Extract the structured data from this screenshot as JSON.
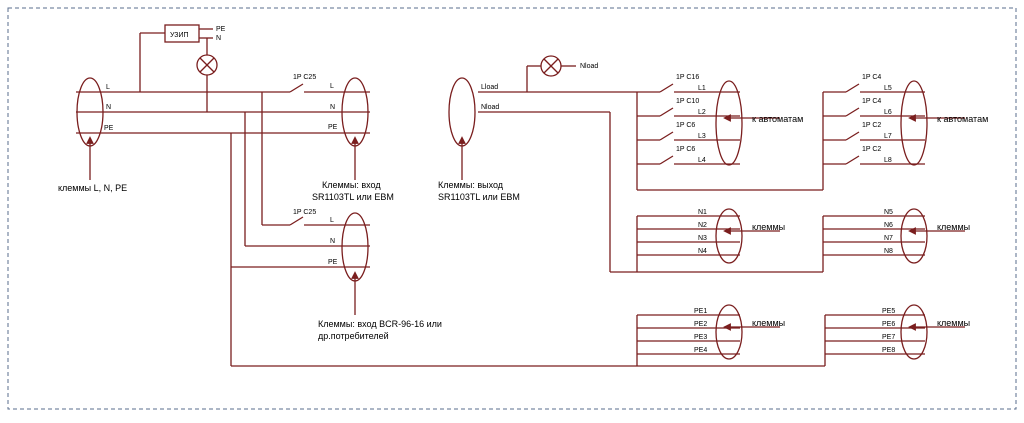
{
  "colors": {
    "wire": "#7a1e1e",
    "frame": "#5a6e8c",
    "text": "#000000"
  },
  "uzip": {
    "label": "УЗИП",
    "pe_label": "PE",
    "n_label": "N"
  },
  "left_block": {
    "caption": "клеммы L, N, PE",
    "l": "L",
    "n": "N",
    "pe": "PE"
  },
  "breaker_main": "1P C25",
  "ebm_in": {
    "caption_1": "Клеммы: вход",
    "caption_2": "SR1103TL или EBM",
    "l": "L",
    "n": "N",
    "pe": "PE"
  },
  "bcr": {
    "breaker": "1P C25",
    "caption_1": "Клеммы: вход BCR-96-16 или",
    "caption_2": "др.потребителей",
    "l": "L",
    "n": "N",
    "pe": "PE"
  },
  "ebm_out": {
    "lload": "Lload",
    "nload": "Nload",
    "lamp_label": "Nload",
    "caption_1": "Клеммы: выход",
    "caption_2": "SR1103TL или EBM"
  },
  "group_l1": {
    "breakers": [
      "1P C16",
      "1P C10",
      "1P C6",
      "1P C6"
    ],
    "lines": [
      "L1",
      "L2",
      "L3",
      "L4"
    ],
    "caption": "к автоматам"
  },
  "group_l2": {
    "breakers": [
      "1P C4",
      "1P C4",
      "1P C2",
      "1P C2"
    ],
    "lines": [
      "L5",
      "L6",
      "L7",
      "L8"
    ],
    "caption": "к автоматам"
  },
  "group_n1": {
    "lines": [
      "N1",
      "N2",
      "N3",
      "N4"
    ],
    "caption": "клеммы"
  },
  "group_n2": {
    "lines": [
      "N5",
      "N6",
      "N7",
      "N8"
    ],
    "caption": "клеммы"
  },
  "group_pe1": {
    "lines": [
      "PE1",
      "PE2",
      "PE3",
      "PE4"
    ],
    "caption": "клеммы"
  },
  "group_pe2": {
    "lines": [
      "PE5",
      "PE6",
      "PE7",
      "PE8"
    ],
    "caption": "клеммы"
  }
}
